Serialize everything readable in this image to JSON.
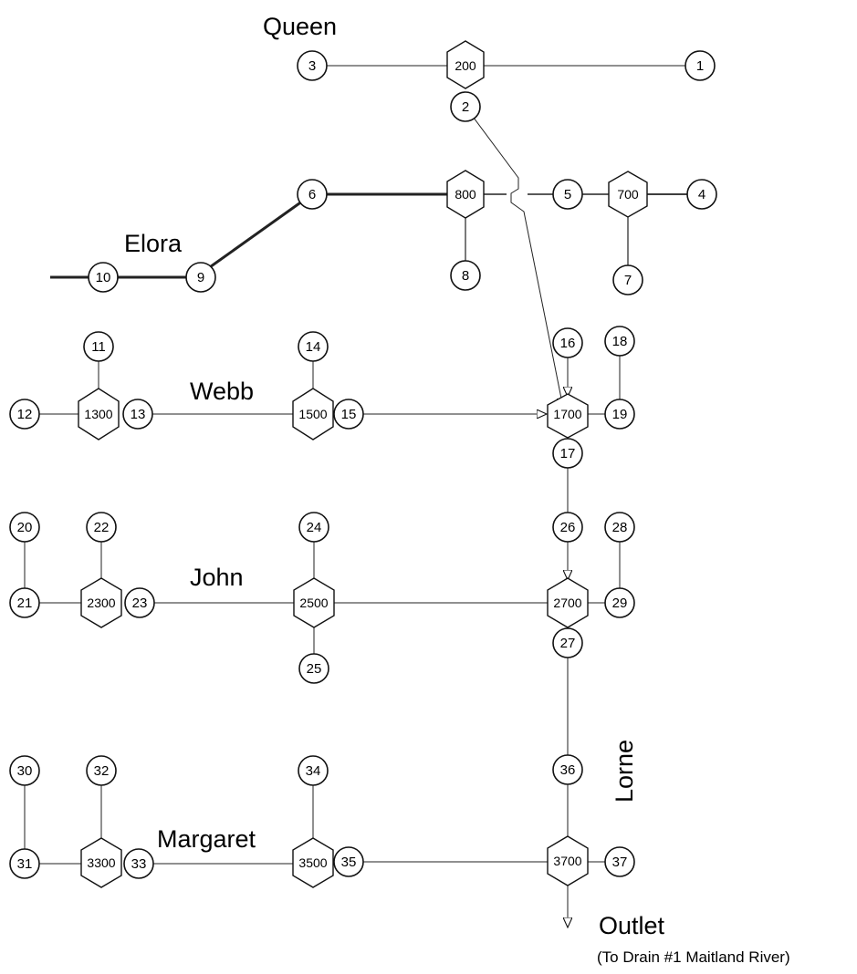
{
  "streets": {
    "queen": "Queen",
    "elora": "Elora",
    "webb": "Webb",
    "john": "John",
    "margaret": "Margaret",
    "lorne": "Lorne"
  },
  "outlet": {
    "label": "Outlet",
    "note": "(To Drain #1 Maitland River)"
  },
  "manholes": {
    "m200": "200",
    "m700": "700",
    "m800": "800",
    "m1300": "1300",
    "m1500": "1500",
    "m1700": "1700",
    "m2300": "2300",
    "m2500": "2500",
    "m2700": "2700",
    "m3300": "3300",
    "m3500": "3500",
    "m3700": "3700"
  },
  "nodes": {
    "n1": "1",
    "n2": "2",
    "n3": "3",
    "n4": "4",
    "n5": "5",
    "n6": "6",
    "n7": "7",
    "n8": "8",
    "n9": "9",
    "n10": "10",
    "n11": "11",
    "n12": "12",
    "n13": "13",
    "n14": "14",
    "n15": "15",
    "n16": "16",
    "n17": "17",
    "n18": "18",
    "n19": "19",
    "n20": "20",
    "n21": "21",
    "n22": "22",
    "n23": "23",
    "n24": "24",
    "n25": "25",
    "n26": "26",
    "n27": "27",
    "n28": "28",
    "n29": "29",
    "n30": "30",
    "n31": "31",
    "n32": "32",
    "n33": "33",
    "n34": "34",
    "n35": "35",
    "n36": "36",
    "n37": "37"
  }
}
